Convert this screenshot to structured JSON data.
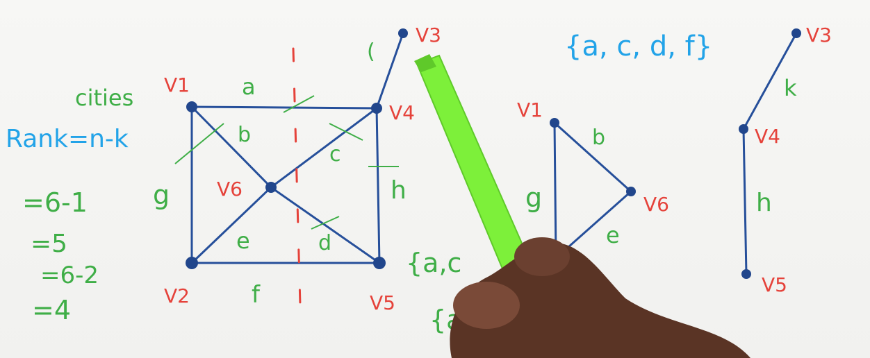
{
  "left_notes": {
    "cities": "cities",
    "rank": "Rank=n-k",
    "line1": "=6-1",
    "line2": "=5",
    "line3": "=6-2",
    "line4": "=4"
  },
  "graph_main": {
    "vertices": {
      "v1": "V1",
      "v2": "V2",
      "v3": "V3",
      "v4": "V4",
      "v5": "V5",
      "v6": "V6"
    },
    "edges": {
      "a": "a",
      "b": "b",
      "c": "c",
      "d": "d",
      "e": "e",
      "f": "f",
      "g": "g",
      "h": "h"
    },
    "cut_set_partial": "{a,c",
    "cut_set_partial2": "{a"
  },
  "component1": {
    "vertices": {
      "v1": "V1",
      "v6": "V6"
    },
    "edges": {
      "b": "b",
      "e": "e",
      "g": "g"
    }
  },
  "component2": {
    "cut_set": "{a, c, d, f}",
    "vertices": {
      "v3": "V3",
      "v4": "V4",
      "v5": "V5"
    },
    "edges": {
      "k": "k",
      "h": "h"
    }
  },
  "colors": {
    "edge": "#264f9a",
    "vertex": "#21468c",
    "green_ink": "#3fae47",
    "red_ink": "#e5423a",
    "blue_ink": "#22a3e8",
    "pen": "#7df03a"
  }
}
